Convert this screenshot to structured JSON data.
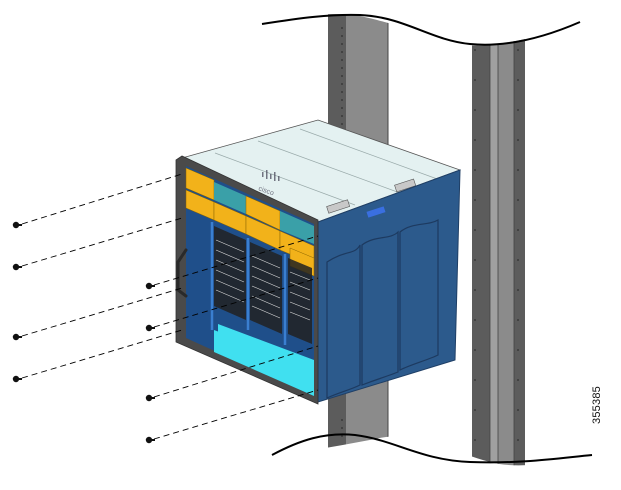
{
  "figure": {
    "number": "355385",
    "description": "Chassis mounted to rack rails with screws",
    "screw_count": 8
  },
  "colors": {
    "rail_dark": "#5a5a5a",
    "rail_light": "#8a8a8a",
    "chassis_side": "#2c5a8c",
    "chassis_top": "#e4f1f1",
    "fan_tray_yellow": "#f2b21a",
    "fan_tray_teal": "#3aa0a8",
    "cavity_cyan": "#40e0f0",
    "front_frame": "#4a4a4a",
    "blue_accent": "#3a7fd0"
  }
}
